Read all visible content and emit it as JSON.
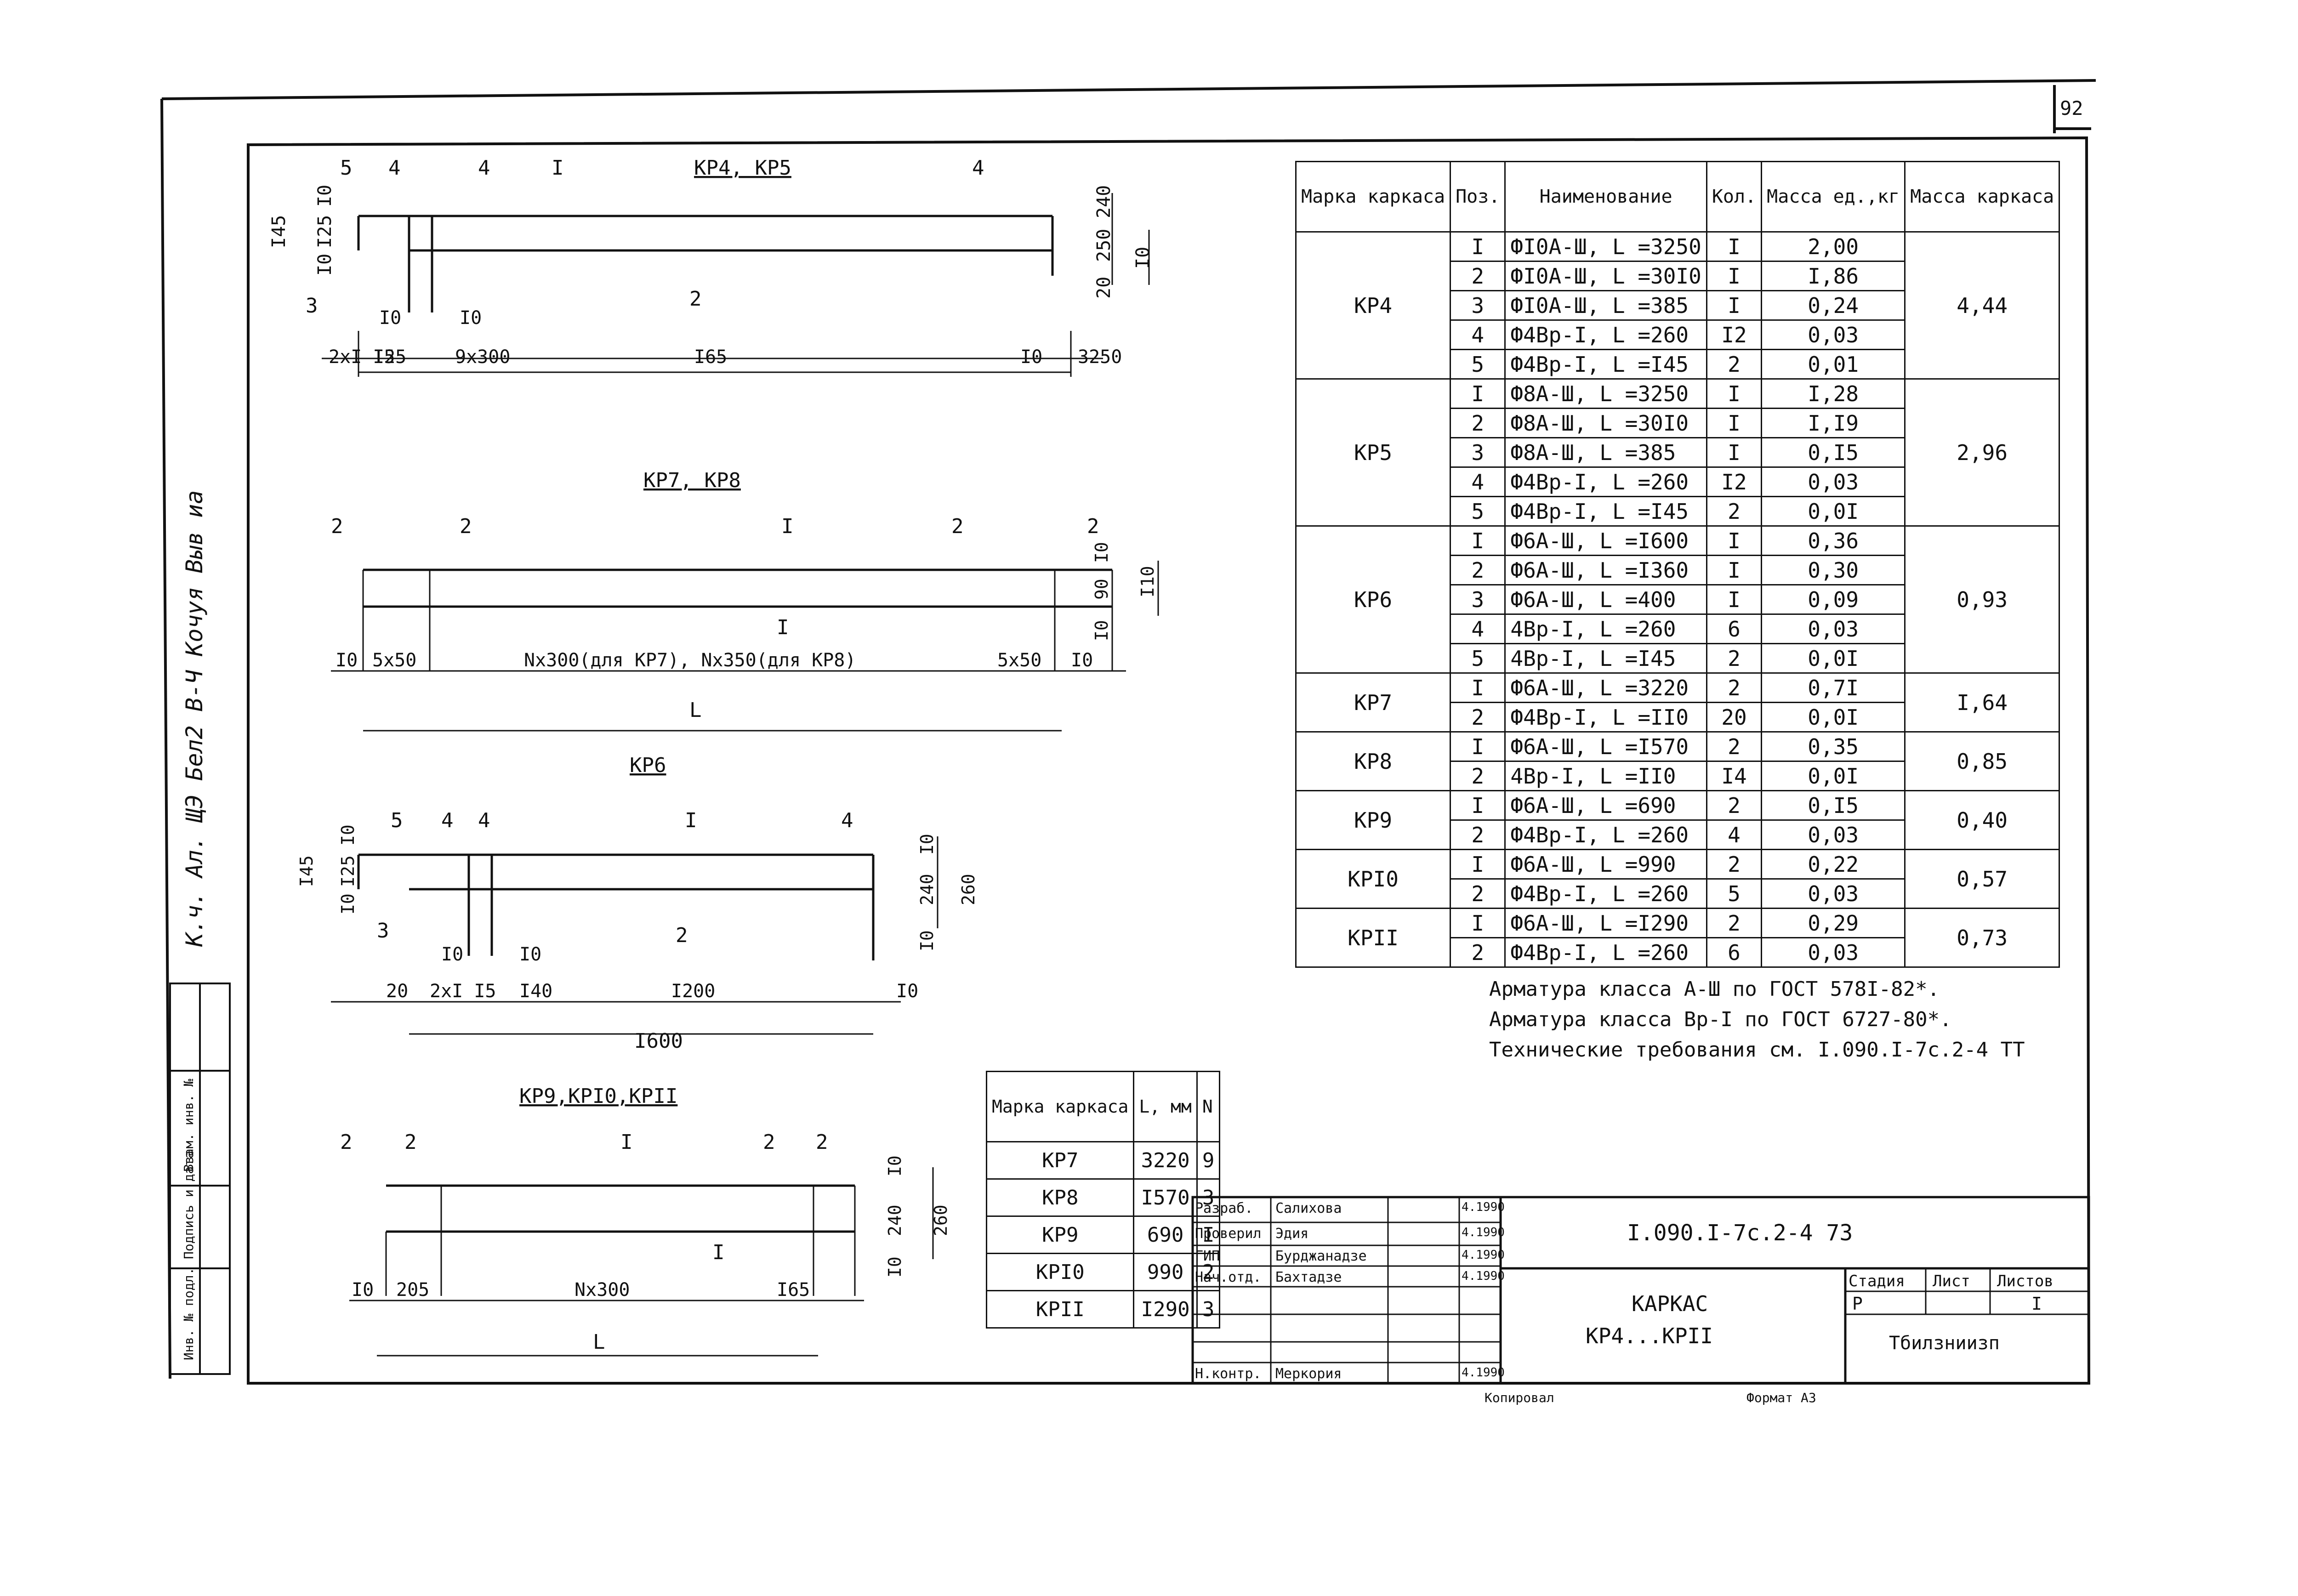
{
  "page_number": "92",
  "side_handwriting": "К.ч. Ал. ЩЭ Бел2 В-Ч  Кочуя Выв иа",
  "side_stamp_labels": [
    "Инв. № подл.",
    "Подпись и дата",
    "Взам. инв. №"
  ],
  "drawings": {
    "kp4": {
      "title": "КР4, КР5",
      "positions": [
        "5",
        "4",
        "4",
        "I",
        "4",
        "3",
        "2"
      ],
      "dims": [
        "I0",
        "I45",
        "I25",
        "I0",
        "I0",
        "I0",
        "240",
        "250",
        "I0",
        "20",
        "2xI I5",
        "I25",
        "9x300",
        "I65",
        "I0",
        "3250"
      ]
    },
    "kp7": {
      "title": "КР7, КР8",
      "positions": [
        "2",
        "2",
        "I",
        "2",
        "2",
        "I"
      ],
      "dims": [
        "I0",
        "90",
        "I10",
        "I0",
        "I0",
        "5x50",
        "Nx300(для КР7), Nx350(для КР8)",
        "5x50",
        "I0",
        "L"
      ]
    },
    "kp6": {
      "title": "КР6",
      "positions": [
        "5",
        "4",
        "4",
        "I",
        "4",
        "3",
        "2"
      ],
      "dims": [
        "I0",
        "I45",
        "I25",
        "I0",
        "I0",
        "240",
        "260",
        "I0",
        "I0",
        "I0",
        "20",
        "2xI I5",
        "I40",
        "I200",
        "I0",
        "I600"
      ]
    },
    "kp9": {
      "title": "КР9,КРI0,КРII",
      "positions": [
        "2",
        "2",
        "I",
        "2",
        "2",
        "I"
      ],
      "dims": [
        "I0",
        "240",
        "260",
        "I0",
        "I0",
        "205",
        "Nx300",
        "I65",
        "L"
      ]
    }
  },
  "spec_table": {
    "headers": [
      "Марка каркаса",
      "Поз.",
      "Наименование",
      "Кол.",
      "Масса ед.,кг",
      "Масса каркаса"
    ],
    "groups": [
      {
        "mark": "КР4",
        "total": "4,44",
        "rows": [
          [
            "I",
            "ФI0А-Ш, L =3250",
            "I",
            "2,00"
          ],
          [
            "2",
            "ФI0А-Ш, L =30I0",
            "I",
            "I,86"
          ],
          [
            "3",
            "ФI0А-Ш, L =385",
            "I",
            "0,24"
          ],
          [
            "4",
            "Ф4Вр-I, L =260",
            "I2",
            "0,03"
          ],
          [
            "5",
            "Ф4Вр-I, L =I45",
            "2",
            "0,01"
          ]
        ]
      },
      {
        "mark": "КР5",
        "total": "2,96",
        "rows": [
          [
            "I",
            "Ф8А-Ш, L =3250",
            "I",
            "I,28"
          ],
          [
            "2",
            "Ф8А-Ш, L =30I0",
            "I",
            "I,I9"
          ],
          [
            "3",
            "Ф8А-Ш, L =385",
            "I",
            "0,I5"
          ],
          [
            "4",
            "Ф4Вр-I, L =260",
            "I2",
            "0,03"
          ],
          [
            "5",
            "Ф4Вр-I, L =I45",
            "2",
            "0,0I"
          ]
        ]
      },
      {
        "mark": "КР6",
        "total": "0,93",
        "rows": [
          [
            "I",
            "Ф6А-Ш, L =I600",
            "I",
            "0,36"
          ],
          [
            "2",
            "Ф6А-Ш, L =I360",
            "I",
            "0,30"
          ],
          [
            "3",
            "Ф6А-Ш, L =400",
            "I",
            "0,09"
          ],
          [
            "4",
            "4Вр-I, L =260",
            "6",
            "0,03"
          ],
          [
            "5",
            "4Вр-I, L =I45",
            "2",
            "0,0I"
          ]
        ]
      },
      {
        "mark": "КР7",
        "total": "I,64",
        "rows": [
          [
            "I",
            "Ф6А-Ш, L =3220",
            "2",
            "0,7I"
          ],
          [
            "2",
            "Ф4Вр-I, L =II0",
            "20",
            "0,0I"
          ]
        ]
      },
      {
        "mark": "КР8",
        "total": "0,85",
        "rows": [
          [
            "I",
            "Ф6А-Ш, L =I570",
            "2",
            "0,35"
          ],
          [
            "2",
            "4Вр-I, L =II0",
            "I4",
            "0,0I"
          ]
        ]
      },
      {
        "mark": "КР9",
        "total": "0,40",
        "rows": [
          [
            "I",
            "Ф6А-Ш, L =690",
            "2",
            "0,I5"
          ],
          [
            "2",
            "Ф4Вр-I, L =260",
            "4",
            "0,03"
          ]
        ]
      },
      {
        "mark": "КРI0",
        "total": "0,57",
        "rows": [
          [
            "I",
            "Ф6А-Ш, L =990",
            "2",
            "0,22"
          ],
          [
            "2",
            "Ф4Вр-I, L =260",
            "5",
            "0,03"
          ]
        ]
      },
      {
        "mark": "КРII",
        "total": "0,73",
        "rows": [
          [
            "I",
            "Ф6А-Ш, L =I290",
            "2",
            "0,29"
          ],
          [
            "2",
            "Ф4Вр-I, L =260",
            "6",
            "0,03"
          ]
        ]
      }
    ]
  },
  "notes": [
    "Арматура класса А-Ш по ГОСТ 578I-82*.",
    "Арматура класса Вр-I по ГОСТ 6727-80*.",
    "Технические требования см. I.090.I-7с.2-4 ТТ"
  ],
  "length_table": {
    "headers": [
      "Марка каркаса",
      "L, мм",
      "N"
    ],
    "rows": [
      [
        "КР7",
        "3220",
        "9"
      ],
      [
        "КР8",
        "I570",
        "3"
      ],
      [
        "КР9",
        "690",
        "I"
      ],
      [
        "КРI0",
        "990",
        "2"
      ],
      [
        "КРII",
        "I290",
        "3"
      ]
    ]
  },
  "title_block": {
    "doc_code": "I.090.I-7с.2-4 73",
    "title_line1": "КАРКАС",
    "title_line2": "КР4...КРII",
    "stage_label": "Стадия",
    "sheet_label": "Лист",
    "sheets_label": "Листов",
    "stage": "Р",
    "sheets": "I",
    "organization": "Тбилзниизп",
    "signers": [
      {
        "role": "Разраб.",
        "name": "Салихова",
        "date": "4.1990"
      },
      {
        "role": "Проверил",
        "name": "Эдия",
        "date": "4.1990"
      },
      {
        "role": "ГИП",
        "name": "Бурджанадзе",
        "date": "4.1990"
      },
      {
        "role": "Нач.отд.",
        "name": "Бахтадзе",
        "date": "4.1990"
      },
      {
        "role": "Н.контр.",
        "name": "Меркория",
        "date": "4.1990"
      }
    ],
    "copied": "Копировал",
    "format": "Формат А3"
  }
}
